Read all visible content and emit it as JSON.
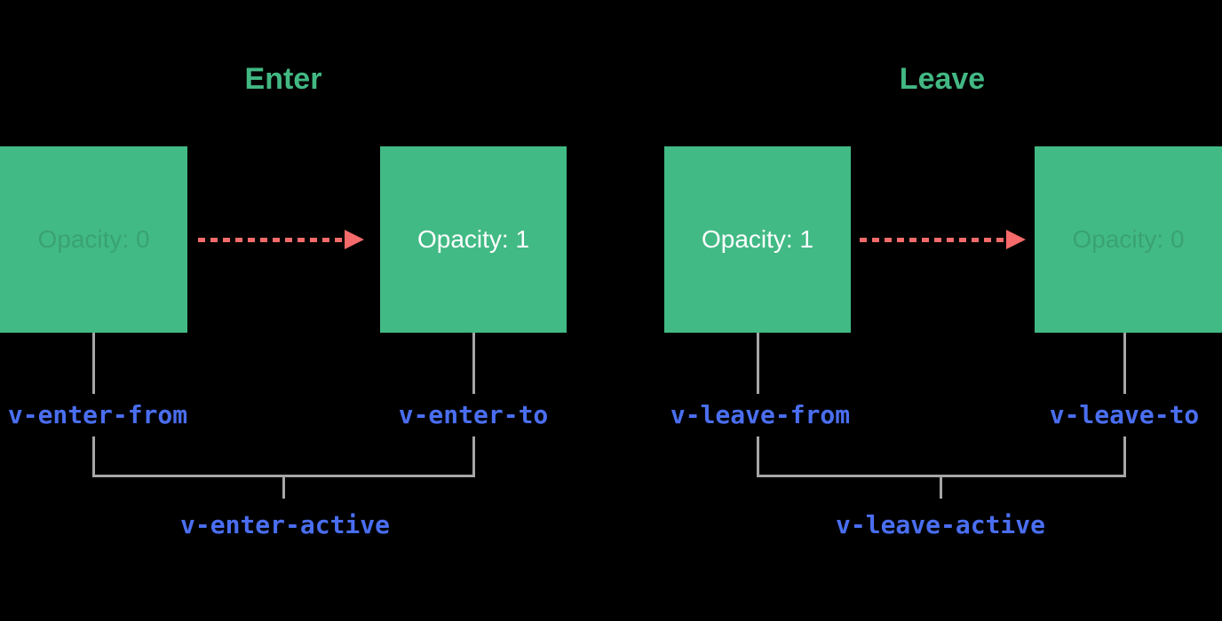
{
  "colors": {
    "background": "#000000",
    "green": "#42ba85",
    "green-title": "#42b883",
    "red": "#f56a6a",
    "blue": "#4a6ef0",
    "line-gray": "#a6a6a6",
    "box-text": "#ffffff",
    "faded-text": "rgba(0,0,0,0.13)"
  },
  "panels": [
    {
      "title": "Enter",
      "from": {
        "box_label": "Opacity: 0",
        "faded": true,
        "class_label": "v-enter-from"
      },
      "to": {
        "box_label": "Opacity: 1",
        "faded": false,
        "class_label": "v-enter-to"
      },
      "active_label": "v-enter-active"
    },
    {
      "title": "Leave",
      "from": {
        "box_label": "Opacity: 1",
        "faded": false,
        "class_label": "v-leave-from"
      },
      "to": {
        "box_label": "Opacity: 0",
        "faded": true,
        "class_label": "v-leave-to"
      },
      "active_label": "v-leave-active"
    }
  ]
}
